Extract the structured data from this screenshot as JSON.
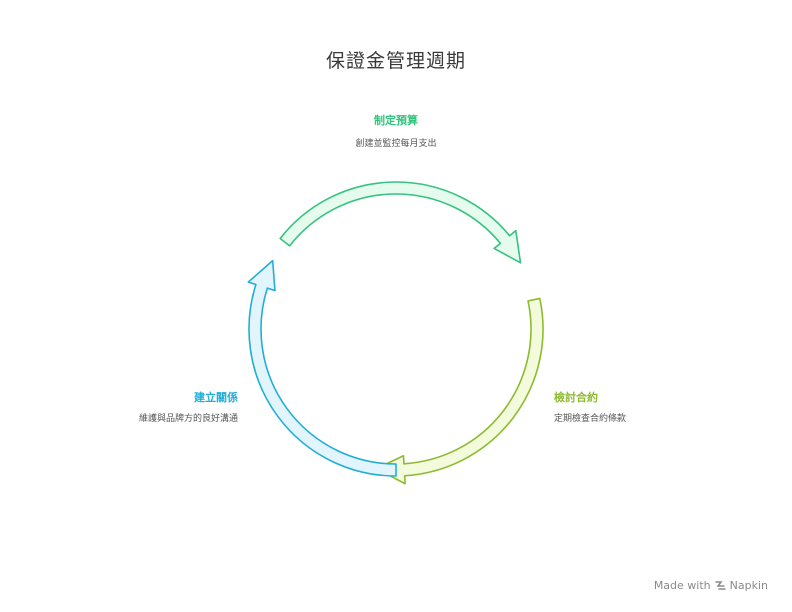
{
  "title": "保證金管理週期",
  "stages": {
    "budget": {
      "title": "制定預算",
      "desc": "創建並監控每月支出",
      "color": "#35c37f",
      "fill": "#e4fbee"
    },
    "contract": {
      "title": "檢討合約",
      "desc": "定期檢查合約條款",
      "color": "#8dbb30",
      "fill": "#f3fbdc"
    },
    "relation": {
      "title": "建立關係",
      "desc": "維護與品牌方的良好溝通",
      "color": "#22aed8",
      "fill": "#e3f5fc"
    }
  },
  "footer": {
    "label": "Made with",
    "brand": "Napkin",
    "icon": "napkin-logo-icon"
  }
}
